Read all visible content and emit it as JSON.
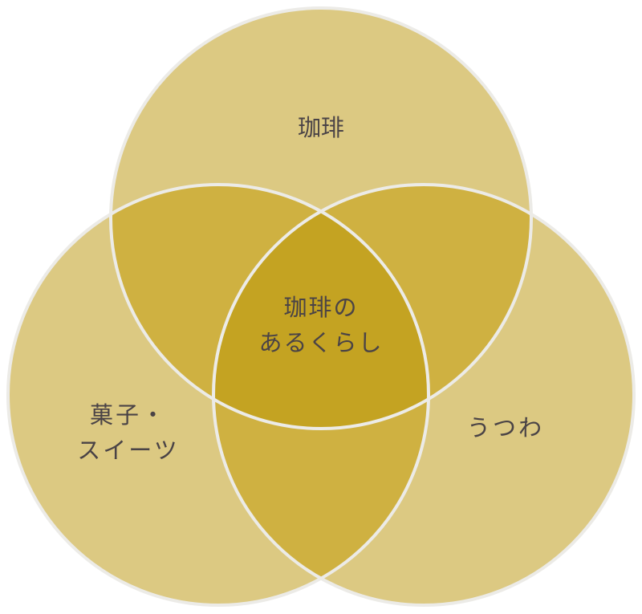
{
  "diagram": {
    "type": "venn-3",
    "colors": {
      "single": "#dcc982",
      "pair": "#cfb141",
      "center": "#c4a322",
      "outline": "#ecebe7",
      "text": "#4a4346"
    },
    "sets": [
      {
        "id": "top",
        "label": "珈琲"
      },
      {
        "id": "left",
        "label_lines": [
          "菓子・",
          "スイーツ"
        ]
      },
      {
        "id": "right",
        "label": "うつわ"
      }
    ],
    "center": {
      "label_lines": [
        "珈琲の",
        "あるくらし"
      ]
    }
  }
}
